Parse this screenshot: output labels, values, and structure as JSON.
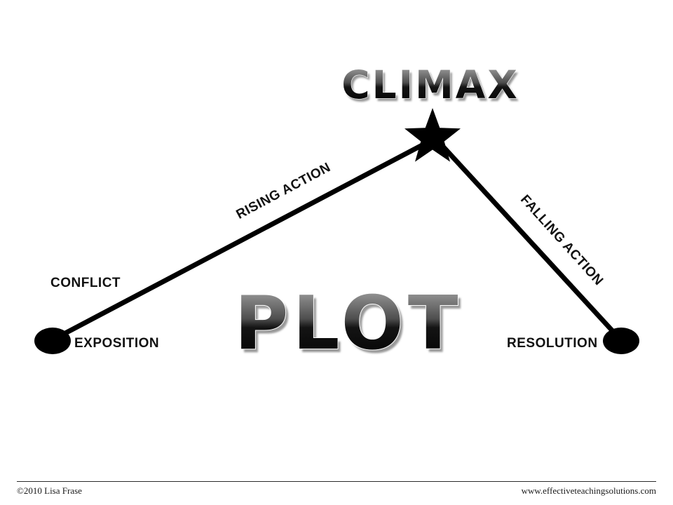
{
  "diagram": {
    "climax_label": "CLIMAX",
    "plot_label": "PLOT",
    "rising_action_label": "RISING ACTION",
    "falling_action_label": "FALLING ACTION",
    "conflict_label": "CONFLICT",
    "exposition_label": "EXPOSITION",
    "resolution_label": "RESOLUTION",
    "colors": {
      "line": "#000000",
      "label_text": "#111111",
      "title_gradient_top": "#b3b3b3",
      "title_gradient_mid": "#4d4d4d",
      "title_gradient_bottom": "#000000",
      "shadow": "#999999",
      "background": "#ffffff"
    }
  },
  "footer": {
    "copyright": "©2010 Lisa Frase",
    "website": "www.effectiveteachingsolutions.com"
  }
}
